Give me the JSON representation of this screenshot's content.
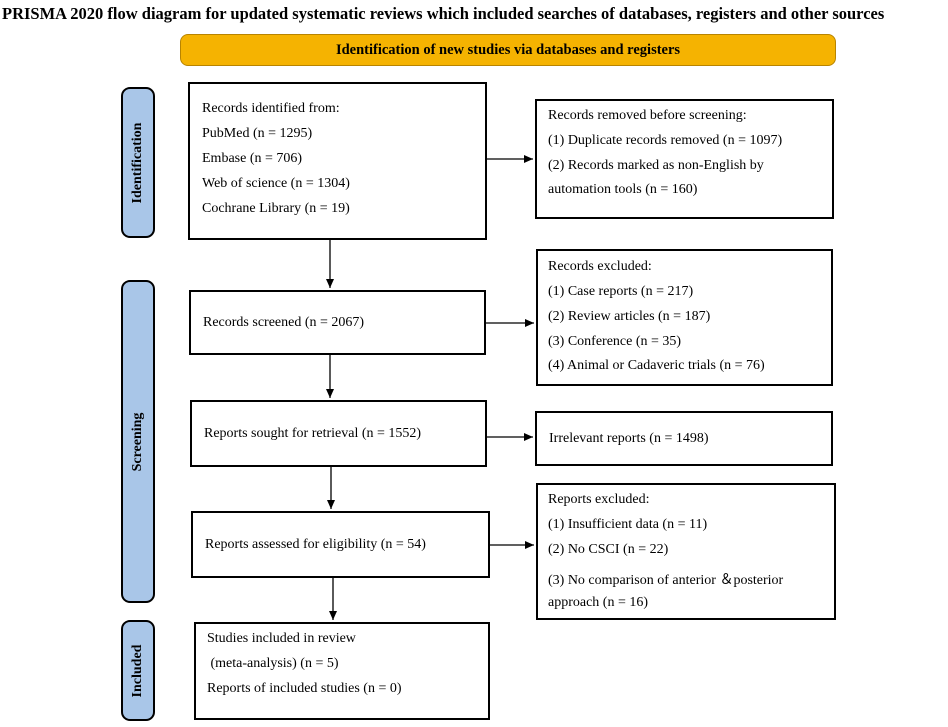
{
  "title": "PRISMA 2020 flow diagram for updated systematic reviews which included searches of databases, registers and other sources",
  "banner": "Identification of new studies via databases and registers",
  "phases": {
    "identification": "Identification",
    "screening": "Screening",
    "included": "Included"
  },
  "identified": {
    "heading": "Records identified from:",
    "lines": [
      "PubMed (n = 1295)",
      "Embase (n = 706)",
      "Web of science (n = 1304)",
      "Cochrane Library (n = 19)"
    ]
  },
  "removed": {
    "heading": "Records removed before screening:",
    "lines": [
      "(1) Duplicate records removed  (n = 1097)",
      "(2) Records marked as non-English by",
      "automation tools (n = 160)"
    ]
  },
  "screened": {
    "text": "Records screened (n = 2067)"
  },
  "excluded": {
    "heading": "Records excluded:",
    "lines": [
      "(1) Case reports (n = 217)",
      "(2) Review articles (n = 187)",
      "(3) Conference (n = 35)",
      "(4) Animal or Cadaveric trials (n = 76)"
    ]
  },
  "sought": {
    "text": "Reports sought for retrieval (n = 1552)"
  },
  "irrelevant": {
    "text": "Irrelevant reports (n = 1498)"
  },
  "assessed": {
    "text": "Reports assessed for eligibility (n = 54)"
  },
  "reports_excluded": {
    "heading": "Reports excluded:",
    "lines": [
      "(1) Insufficient data (n = 11)",
      "(2) No CSCI (n = 22)",
      "(3) No comparison of anterior ＆posterior",
      "approach (n = 16)"
    ]
  },
  "included": {
    "lines": [
      "Studies included in review",
      " (meta-analysis) (n = 5)",
      "Reports of included studies (n = 0)"
    ]
  },
  "colors": {
    "banner": "#f5b301",
    "phase": "#a9c6e8"
  }
}
